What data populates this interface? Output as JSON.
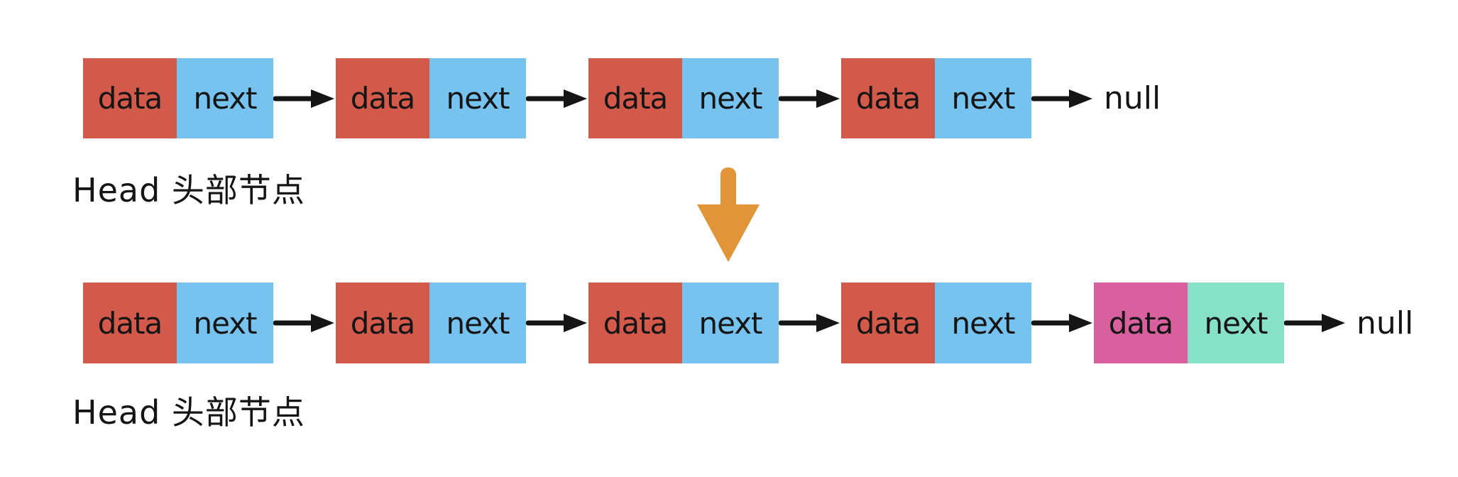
{
  "diagram": {
    "colors": {
      "background": "#ffffff",
      "data_cell": "#d3594b",
      "next_cell": "#76c3f0",
      "new_node_data_cell": "#d8609e",
      "new_node_next_cell": "#87e1c7",
      "pointer_arrow": "#151515",
      "transform_arrow": "#e29438",
      "text": "#151515"
    },
    "transform_arrow_icon": "down-arrow-icon",
    "rows": [
      {
        "id": "before",
        "head_label": "Head 头部节点",
        "terminator_label": "null",
        "nodes": [
          {
            "data_label": "data",
            "next_label": "next",
            "highlight": false
          },
          {
            "data_label": "data",
            "next_label": "next",
            "highlight": false
          },
          {
            "data_label": "data",
            "next_label": "next",
            "highlight": false
          },
          {
            "data_label": "data",
            "next_label": "next",
            "highlight": false
          }
        ]
      },
      {
        "id": "after",
        "head_label": "Head 头部节点",
        "terminator_label": "null",
        "nodes": [
          {
            "data_label": "data",
            "next_label": "next",
            "highlight": false
          },
          {
            "data_label": "data",
            "next_label": "next",
            "highlight": false
          },
          {
            "data_label": "data",
            "next_label": "next",
            "highlight": false
          },
          {
            "data_label": "data",
            "next_label": "next",
            "highlight": false
          },
          {
            "data_label": "data",
            "next_label": "next",
            "highlight": true
          }
        ]
      }
    ]
  }
}
